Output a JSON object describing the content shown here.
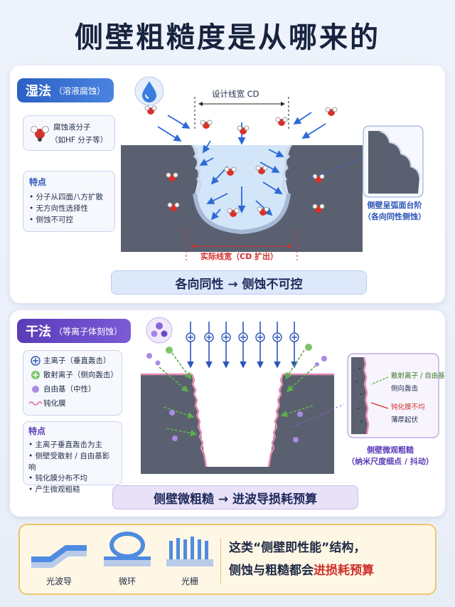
{
  "title": "侧壁粗糙度是从哪来的",
  "wet": {
    "header_main": "湿法",
    "header_sub": "（溶液腐蚀）",
    "molecule_legend": [
      "腐蚀液分子",
      "（如HF 分子等）"
    ],
    "design_width": "设计线宽 CD",
    "actual_width": "实际线宽（CD 扩出）",
    "features_title": "特点",
    "features": [
      "分子从四面八方扩散",
      "无方向性选择性",
      "侧蚀不可控"
    ],
    "inset_caption": [
      "侧壁呈弧面台阶",
      "（各向同性侧蚀）"
    ],
    "summary": "各向同性 → 侧蚀不可控"
  },
  "dry": {
    "header_main": "干法",
    "header_sub": "（等离子体刻蚀）",
    "legend": [
      {
        "symbol": "main-ion",
        "text": "主离子（垂直轰击）"
      },
      {
        "symbol": "scatter-ion",
        "text": "散射离子（侧向轰击）"
      },
      {
        "symbol": "radical",
        "text": "自由基（中性）"
      },
      {
        "symbol": "passivation",
        "text": "钝化膜"
      }
    ],
    "features_title": "特点",
    "features": [
      "主离子垂直轰击为主",
      "侧壁受散射 / 自由基影响",
      "钝化膜分布不均",
      "产生微观粗糙"
    ],
    "inset_labels": [
      "散射离子 / 自由基",
      "侧向轰击",
      "钝化膜不均",
      "薄厚起伏"
    ],
    "inset_caption": [
      "侧壁微观粗糙",
      "（纳米尺度细点 / 抖动）"
    ],
    "summary": "侧壁微粗糙 → 进波导损耗预算"
  },
  "bottom": {
    "devices": [
      "光波导",
      "微环",
      "光栅"
    ],
    "text_line1": "这类“侧壁即性能”结构，",
    "text_line2_prefix": "侧蚀与粗糙都会",
    "text_line2_highlight": "进损耗预算"
  },
  "colors": {
    "wet_accent": "#2c5fc4",
    "dry_accent": "#5a3bb8",
    "highlight": "#d0302a",
    "substrate": "#5a6070",
    "liquid": "#cfe2f7"
  }
}
